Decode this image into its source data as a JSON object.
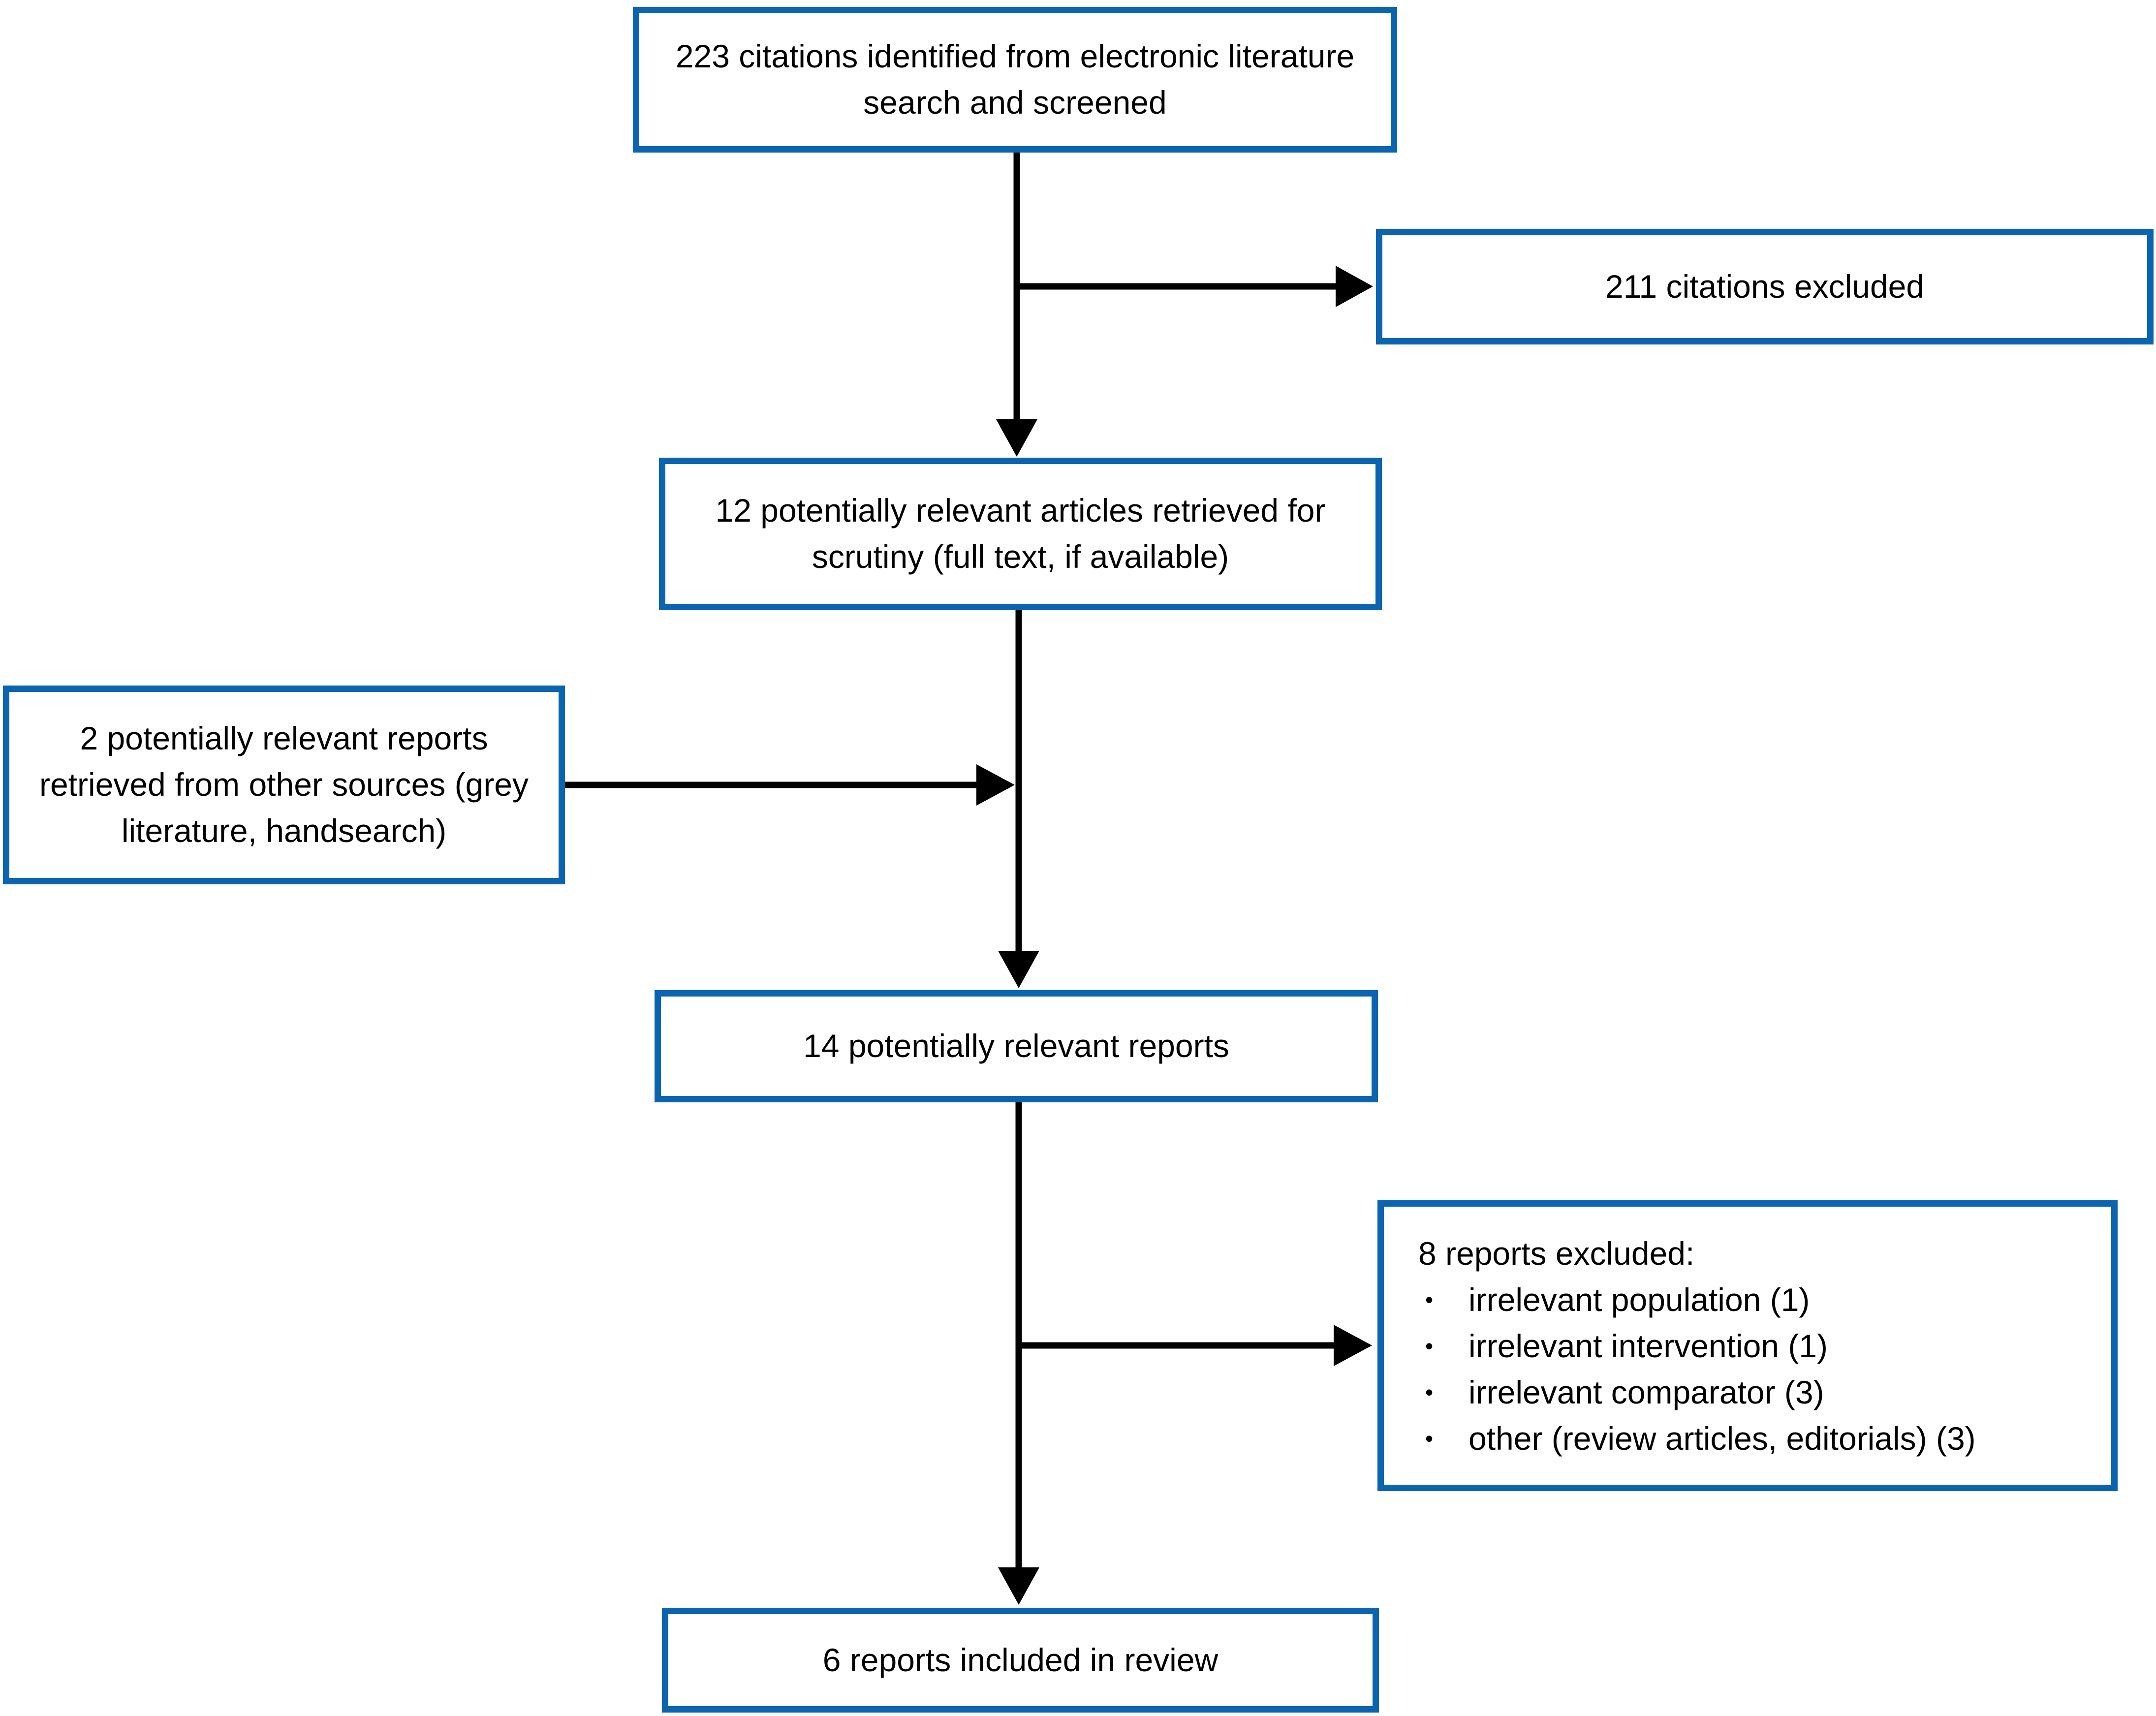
{
  "diagram": {
    "type": "flowchart",
    "accent_color": "#0B64B0",
    "connector_color": "#000000",
    "bullet_char": "•",
    "nodes": {
      "identified": {
        "text": "223 citations identified from electronic literature search and screened"
      },
      "excluded_citations": {
        "text": "211 citations excluded"
      },
      "retrieved": {
        "text": "12 potentially relevant articles retrieved for scrutiny (full text, if available)"
      },
      "other_sources": {
        "text": "2 potentially relevant reports retrieved from other sources (grey literature, handsearch)"
      },
      "combined": {
        "text": "14 potentially relevant reports"
      },
      "excluded_reports": {
        "title": "8 reports excluded:",
        "items": [
          "irrelevant population (1)",
          "irrelevant intervention (1)",
          "irrelevant comparator (3)",
          "other (review articles, editorials) (3)"
        ]
      },
      "included": {
        "text": "6 reports included in review"
      }
    }
  }
}
